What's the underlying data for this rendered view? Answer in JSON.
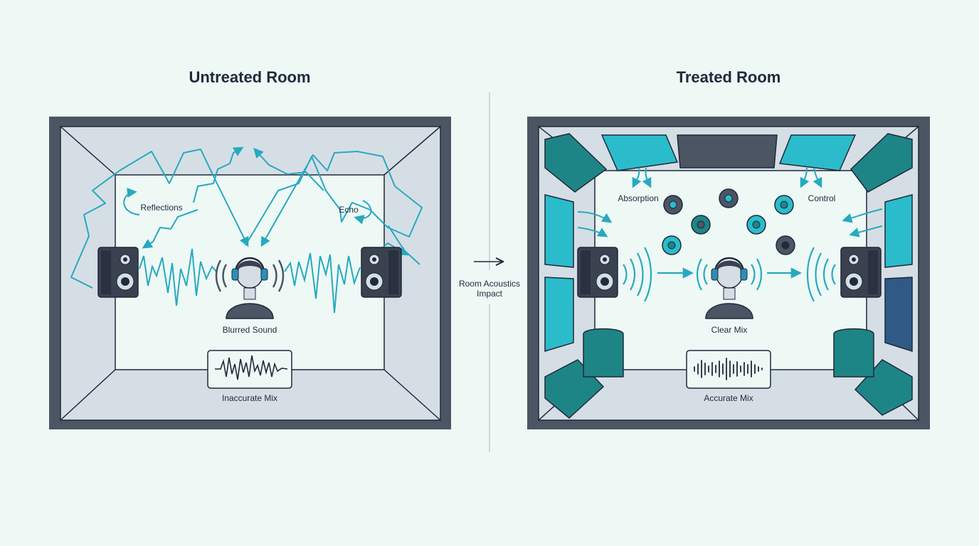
{
  "left": {
    "title": "Untreated Room",
    "reflections": "Reflections",
    "echo": "Echo",
    "listener": "Blurred Sound",
    "mix": "Inaccurate Mix"
  },
  "right": {
    "title": "Treated Room",
    "absorption": "Absorption",
    "control": "Control",
    "listener": "Clear Mix",
    "mix": "Accurate Mix"
  },
  "center": {
    "line1": "Room Acoustics",
    "line2": "Impact"
  },
  "colors": {
    "frame": "#4b5563",
    "wall": "#d6dee5",
    "floor": "#eef9f6",
    "accent": "#27a9bf",
    "panel_light": "#2bbccc",
    "panel_teal": "#1e8587",
    "panel_navy": "#2f5a86",
    "ink": "#1f2a3a"
  }
}
